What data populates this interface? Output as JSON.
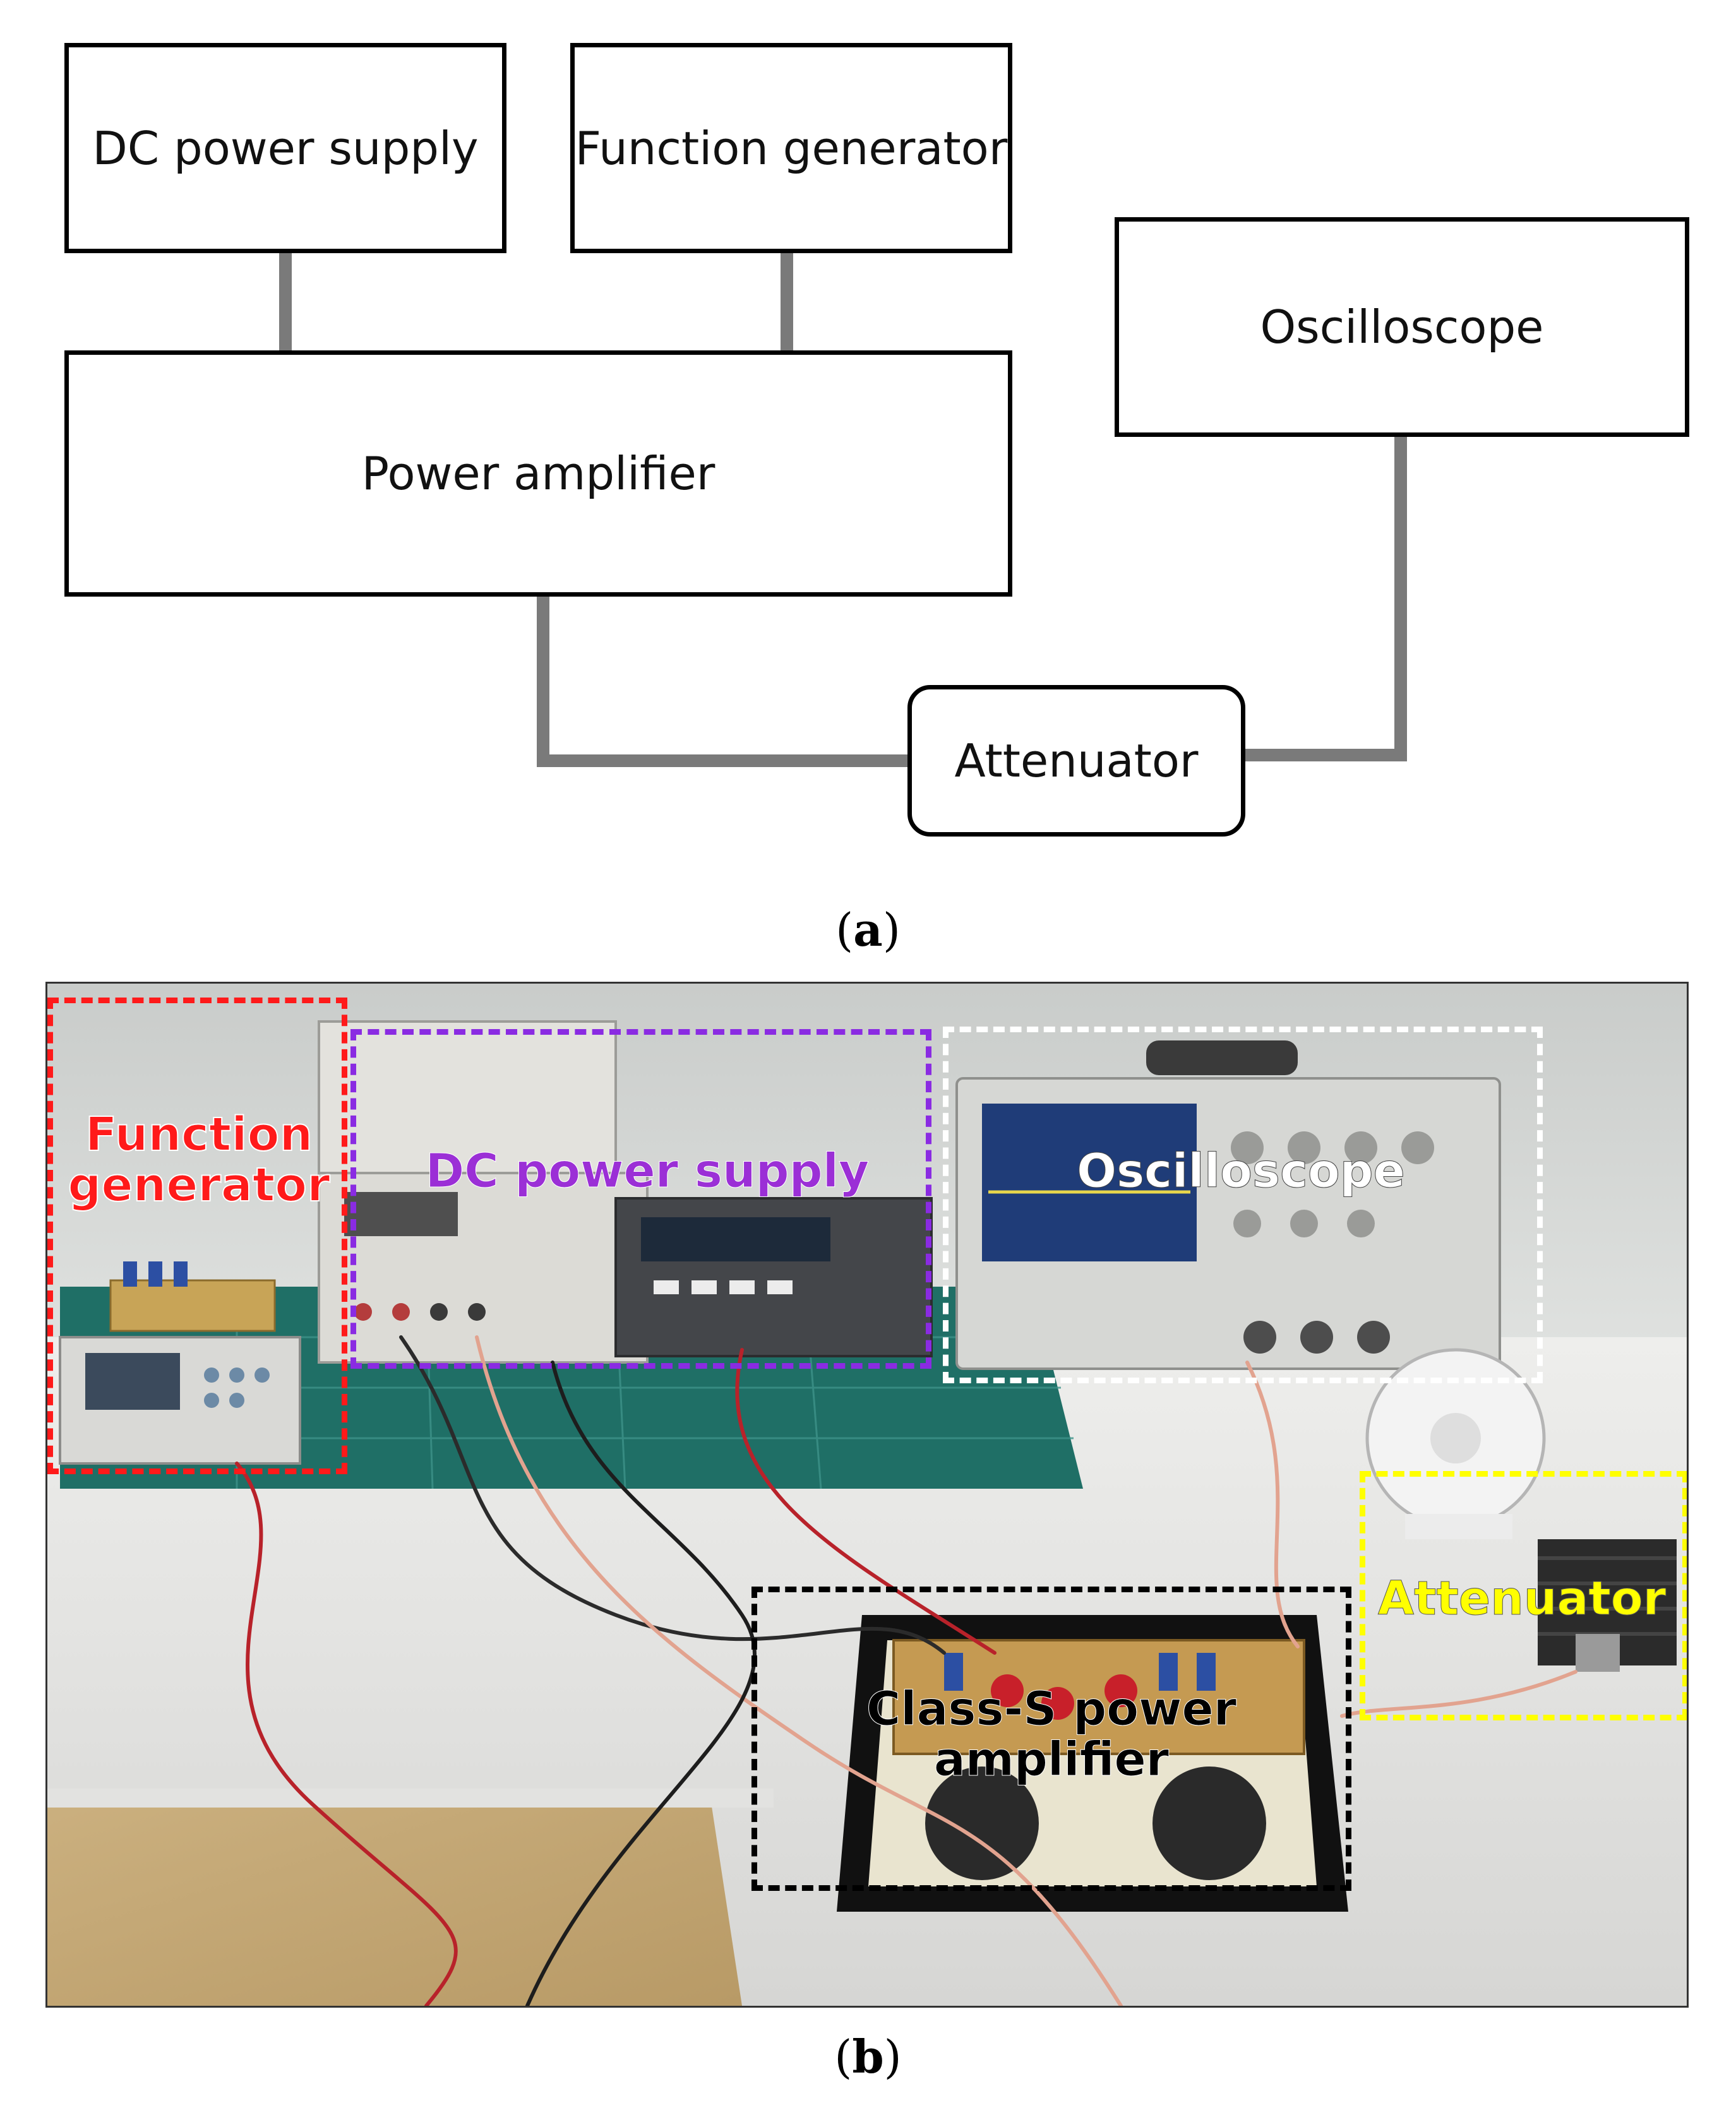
{
  "panel_a": {
    "boxes": {
      "dc_power_supply": "DC power supply",
      "function_generator": "Function generator",
      "oscilloscope": "Oscilloscope",
      "power_amplifier": "Power amplifier",
      "attenuator": "Attenuator"
    },
    "caption_open": "(",
    "caption_label": "a",
    "caption_close": ")"
  },
  "panel_b": {
    "labels": {
      "function_generator": "Function generator",
      "dc_power_supply": "DC power supply",
      "oscilloscope": "Oscilloscope",
      "attenuator": "Attenuator",
      "power_amplifier": "Class-S power amplifier"
    },
    "highlight_colors": {
      "function_generator": "#ff1a1a",
      "dc_power_supply": "#8a2be2",
      "oscilloscope": "#ffffff",
      "attenuator": "#ffff00",
      "power_amplifier": "#000000"
    },
    "caption_open": "(",
    "caption_label": "b",
    "caption_close": ")"
  }
}
